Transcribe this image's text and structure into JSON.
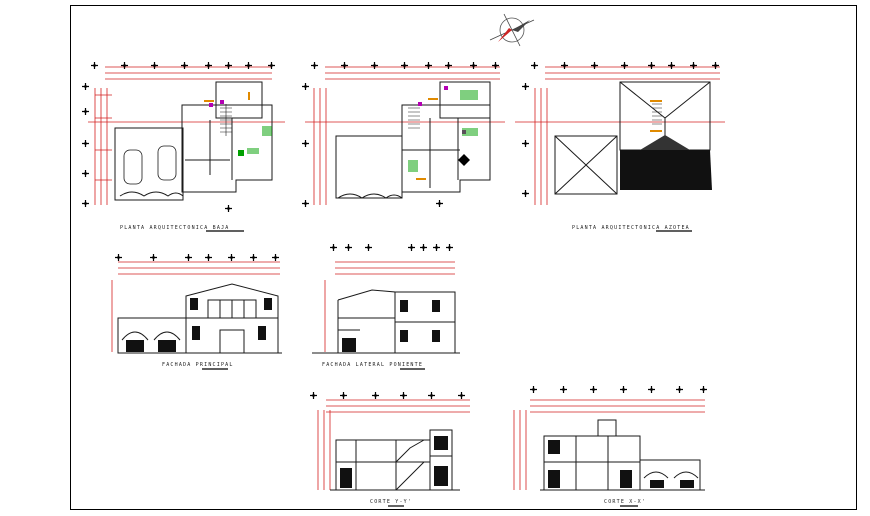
{
  "sheet": {
    "background": "#ffffff",
    "frame_color": "#000000",
    "dimension_color": "#d42020",
    "line_color": "#1a1a1a"
  },
  "drawings": [
    {
      "id": "plan-ground",
      "title": "PLANTA ARQUITECTONICA BAJA"
    },
    {
      "id": "plan-upper",
      "title": ""
    },
    {
      "id": "plan-roof",
      "title": "PLANTA ARQUITECTONICA AZOTEA"
    },
    {
      "id": "elev-front",
      "title": "FACHADA PRINCIPAL"
    },
    {
      "id": "elev-side",
      "title": "FACHADA LATERAL PONIENTE"
    },
    {
      "id": "section-yy",
      "title": "CORTE Y-Y'"
    },
    {
      "id": "section-xx",
      "title": "CORTE X-X'"
    }
  ],
  "icons": {
    "north": "north-arrow-icon"
  }
}
